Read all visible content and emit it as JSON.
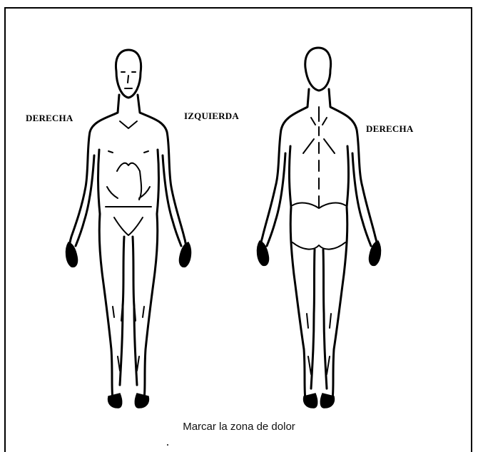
{
  "labels": {
    "front_right": "DERECHA",
    "front_left": "IZQUIERDA",
    "back_right": "DERECHA"
  },
  "caption": "Marcar la zona de dolor",
  "colors": {
    "ink": "#000000",
    "background": "#ffffff"
  }
}
